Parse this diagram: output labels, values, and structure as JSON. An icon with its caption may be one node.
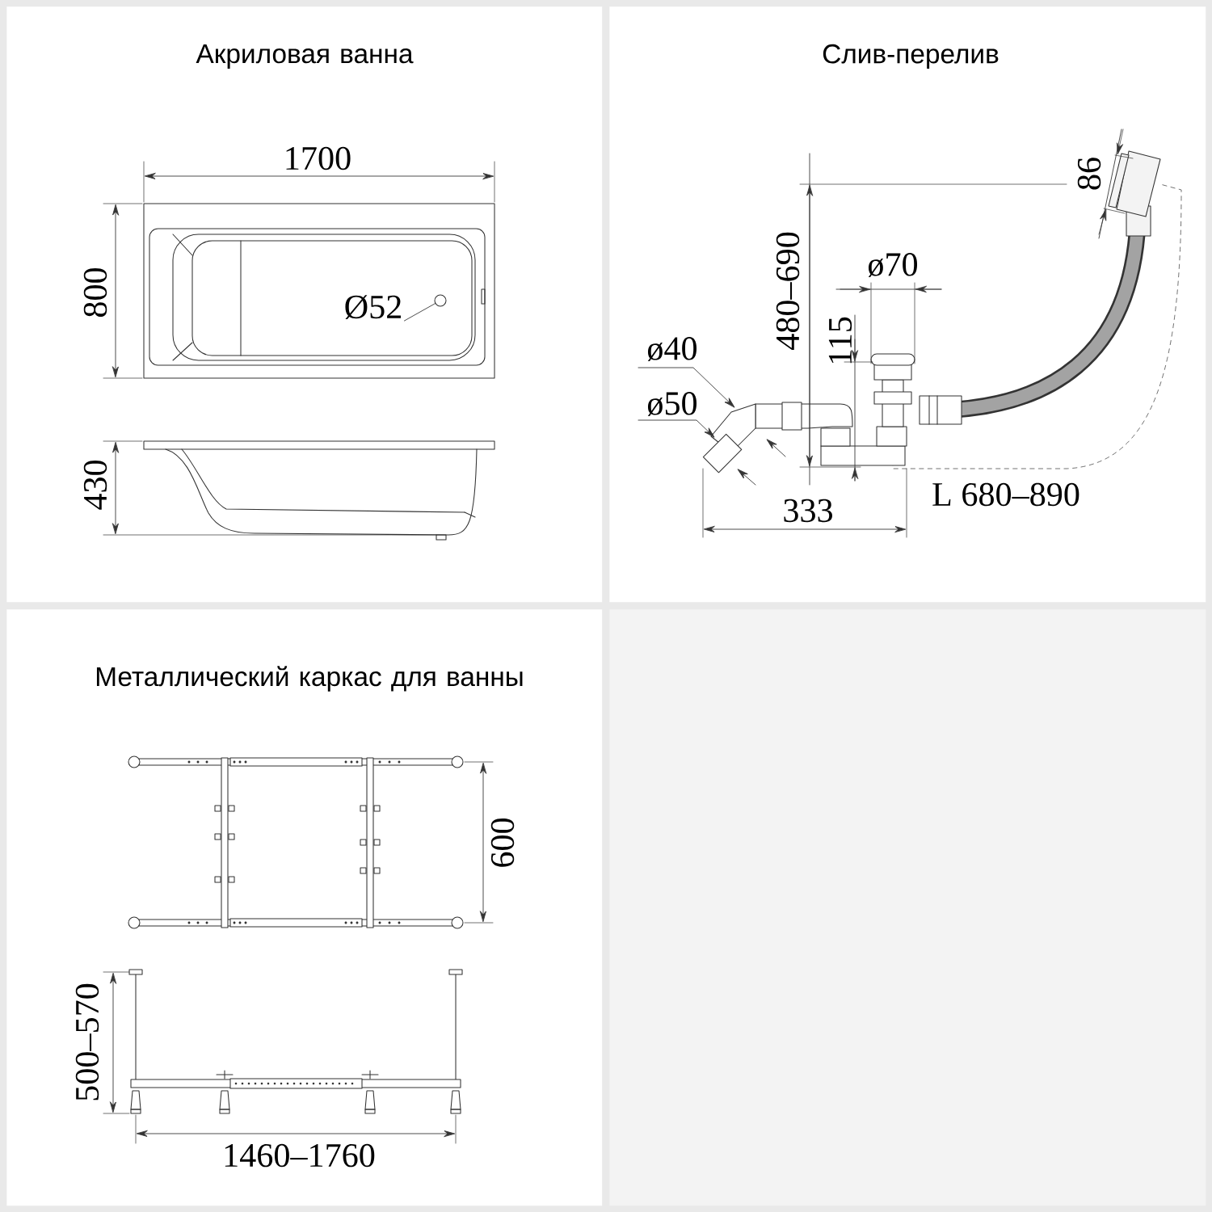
{
  "diagram": {
    "nodes": [
      {
        "text": [
          "Акриловая ванна"
        ]
      },
      {
        "text": [
          "Слив-перелив"
        ]
      },
      {
        "text": [
          "Металлический каркас для ванны"
        ]
      },
      {
        "text": [],
        "shape": "box"
      },
      {
        "text": [
          "Ø52"
        ],
        "in": 0
      },
      {
        "text": [],
        "shape": "circle",
        "in": 0
      }
    ],
    "edges": [
      {
        "from": 4,
        "to": 5,
        "arrow": "none"
      }
    ],
    "labels": [
      "1700",
      "800",
      "430",
      "86",
      "480–690",
      "ø70",
      "115",
      "ø40",
      "ø50",
      "333",
      "L 680–890",
      "600",
      "500–570",
      "1460–1760"
    ]
  }
}
